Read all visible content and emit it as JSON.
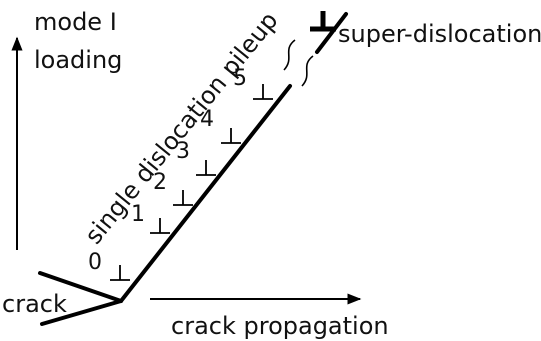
{
  "labels": {
    "loading_line1": "mode I",
    "loading_line2": "loading",
    "pileup": "single dislocation pileup",
    "super_dislocation": "super-dislocation",
    "crack": "crack",
    "propagation": "crack propagation"
  },
  "dislocations": [
    "0",
    "1",
    "2",
    "3",
    "4",
    "5"
  ],
  "colors": {
    "ink": "#000000",
    "background": "#ffffff"
  }
}
